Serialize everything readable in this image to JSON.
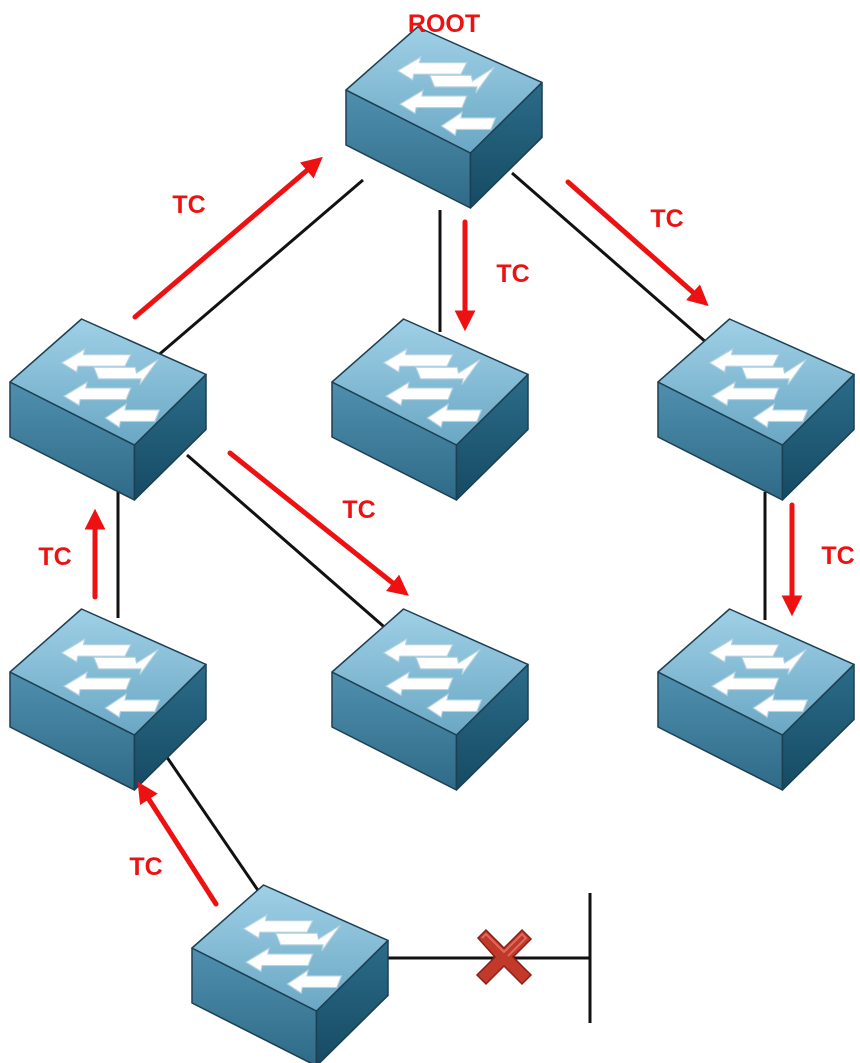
{
  "diagram": {
    "root_label": "ROOT",
    "tc_label": "TC",
    "colors": {
      "tc_arrow": "#ee1111",
      "tc_text": "#ee1111",
      "link": "#111111",
      "switch_top": "#82bcd6",
      "switch_left": "#3f7c99",
      "switch_right": "#1f5a75",
      "switch_arrows": "#ffffff",
      "failure_x": "#c0392b"
    },
    "switches": [
      {
        "id": "root"
      },
      {
        "id": "left-upper"
      },
      {
        "id": "middle-upper"
      },
      {
        "id": "right-upper"
      },
      {
        "id": "left-lower"
      },
      {
        "id": "middle-lower"
      },
      {
        "id": "right-lower"
      },
      {
        "id": "bottom"
      }
    ],
    "links": [
      {
        "from": "root",
        "to": "left-upper"
      },
      {
        "from": "root",
        "to": "middle-upper"
      },
      {
        "from": "root",
        "to": "right-upper"
      },
      {
        "from": "left-upper",
        "to": "left-lower"
      },
      {
        "from": "left-upper",
        "to": "middle-lower"
      },
      {
        "from": "right-upper",
        "to": "right-lower"
      },
      {
        "from": "left-lower",
        "to": "bottom"
      }
    ],
    "failed_link": {
      "from": "bottom",
      "to": "host-segment"
    },
    "tc_arrows": [
      {
        "from": "left-upper",
        "to": "root"
      },
      {
        "from": "root",
        "to": "middle-upper"
      },
      {
        "from": "root",
        "to": "right-upper"
      },
      {
        "from": "left-upper",
        "to": "middle-lower"
      },
      {
        "from": "left-lower",
        "to": "left-upper"
      },
      {
        "from": "right-upper",
        "to": "right-lower"
      },
      {
        "from": "bottom",
        "to": "left-lower"
      }
    ]
  }
}
